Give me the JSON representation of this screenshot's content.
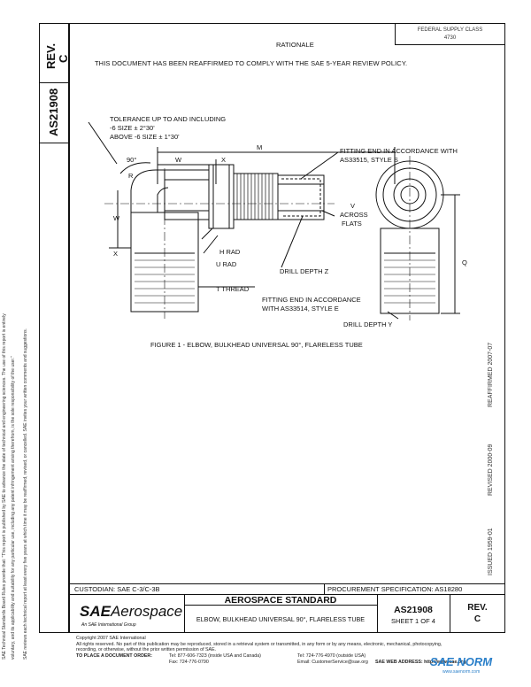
{
  "header": {
    "rev_label": "REV.",
    "rev_value": "C",
    "doc_number": "AS21908",
    "rationale_title": "RATIONALE",
    "rationale_text": "THIS DOCUMENT HAS BEEN REAFFIRMED TO COMPLY WITH THE SAE 5-YEAR REVIEW POLICY.",
    "fsc_line1": "FEDERAL SUPPLY CLASS",
    "fsc_line2": "4730"
  },
  "drawing": {
    "tolerance_line1": "TOLERANCE UP TO AND INCLUDING",
    "tolerance_line2": "-6 SIZE ± 2°30'",
    "tolerance_line3": "ABOVE -6 SIZE ± 1°30'",
    "angle_label": "90°",
    "w_label": "W",
    "x_label": "X",
    "m_label": "M",
    "r_label": "R",
    "w_side_label": "W",
    "x_side_label": "X",
    "fitting_end_s_line1": "FITTING END IN ACCORDANCE WITH",
    "fitting_end_s_line2": "AS33515, STYLE S",
    "v_line1": "V",
    "v_line2": "ACROSS",
    "v_line3": "FLATS",
    "h_rad": "H RAD",
    "u_rad": "U RAD",
    "drill_z": "DRILL DEPTH Z",
    "t_thread": "T THREAD",
    "fitting_end_e_line1": "FITTING END IN ACCORDANCE",
    "fitting_end_e_line2": "WITH AS33514, STYLE E",
    "q_label": "Q",
    "drill_y": "DRILL DEPTH Y",
    "figure_caption": "FIGURE 1 - ELBOW, BULKHEAD UNIVERSAL 90°, FLARELESS TUBE"
  },
  "side_notes": {
    "line1": "SAE Technical Standards Board Rules provide that: \"This report is published by SAE to advance the state of technical and engineering sciences. The use of this report is entirely",
    "line2": "voluntary, and its applicability and suitability for any particular use, including any patent infringement arising therefrom, is the sole responsibility of the user.\"",
    "line3": "SAE reviews each technical report at least every five years at which time it may be reaffirmed, revised, or cancelled. SAE invites your written comments and suggestions."
  },
  "right_strip": {
    "issued": "ISSUED  1959-01",
    "revised": "REVISED  2000-09",
    "reaffirmed": "REAFFIRMED  2007-07"
  },
  "title_block": {
    "custodian": "CUSTODIAN: SAE C-3/C-3B",
    "procurement": "PROCUREMENT SPECIFICATION: AS18280",
    "logo_sae": "SAE",
    "logo_aerospace": "Aerospace",
    "logo_sub": "An SAE International Group",
    "standard_title": "AEROSPACE STANDARD",
    "part_title": "ELBOW, BULKHEAD UNIVERSAL 90°, FLARELESS TUBE",
    "doc_number": "AS21908",
    "sheet": "SHEET 1 OF 4",
    "rev_label": "REV.",
    "rev_value": "C"
  },
  "footer": {
    "line1": "Copyright 2007 SAE International",
    "line2": "All rights reserved. No part of this publication may be reproduced, stored in a retrieval system or transmitted, in any form or by any means, electronic, mechanical, photocopying,",
    "line3": "recording, or otherwise, without the prior written permission of SAE.",
    "order_label": "TO PLACE A DOCUMENT ORDER:",
    "tel1": "Tel: 877-606-7323 (inside USA and Canada)",
    "tel2": "Tel: 724-776-4970 (outside USA)",
    "fax": "Fax: 724-776-0790",
    "email": "Email: CustomerService@sae.org",
    "web": "SAE WEB ADDRESS: http://www.sae.org"
  },
  "watermark": {
    "text": "SAE NORM",
    "sub": "www.saenorm.com"
  }
}
